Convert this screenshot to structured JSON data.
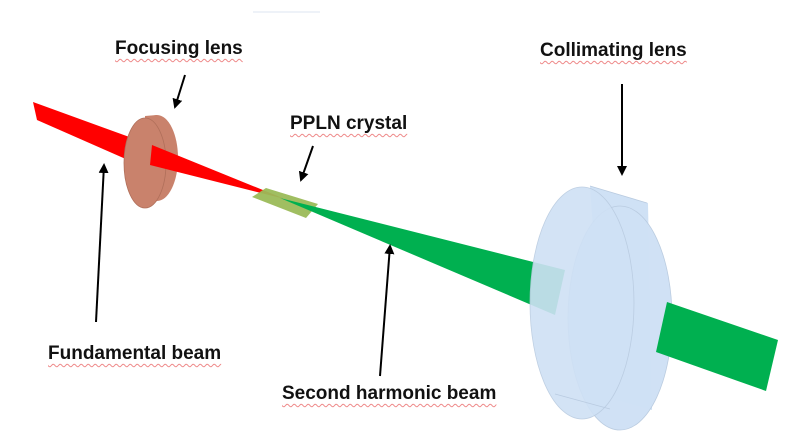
{
  "labels": {
    "focusing_lens": "Focusing lens",
    "ppln_crystal": "PPLN crystal",
    "collimating_lens": "Collimating lens",
    "fundamental_beam": "Fundamental beam",
    "second_harmonic_beam": "Second harmonic beam"
  },
  "colors": {
    "fundamental_beam": "#ff0000",
    "second_harmonic_beam": "#00b050",
    "focusing_lens": "#c9826c",
    "ppln_crystal": "#9bbb59",
    "collimating_lens": "#cfe1f5"
  }
}
